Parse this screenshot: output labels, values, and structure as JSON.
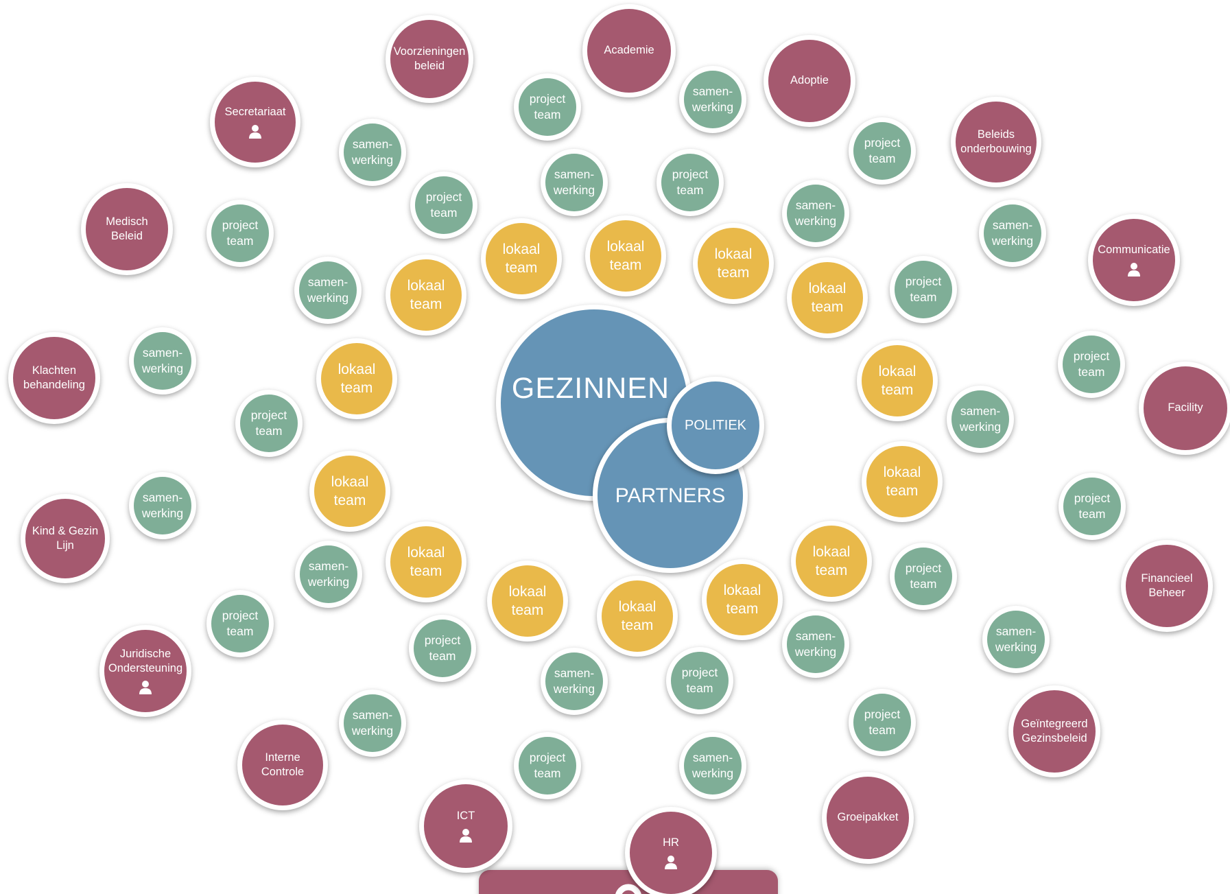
{
  "colors": {
    "department": "#a5596f",
    "project": "#7fae97",
    "local": "#e9b94a",
    "core": "#6594b6"
  },
  "core": {
    "gezinnen": "GEZINNEN",
    "politiek": "POLITIEK",
    "partners": "PARTNERS"
  },
  "departments": [
    {
      "name": "dept-voorzieningen-beleid",
      "label": "Voorzieningen\nbeleid",
      "icon": false
    },
    {
      "name": "dept-academie",
      "label": "Academie",
      "icon": false
    },
    {
      "name": "dept-adoptie",
      "label": "Adoptie",
      "icon": false
    },
    {
      "name": "dept-secretariaat",
      "label": "Secretariaat",
      "icon": true
    },
    {
      "name": "dept-beleids-onderbouwing",
      "label": "Beleids\nonderbouwing",
      "icon": false
    },
    {
      "name": "dept-medisch-beleid",
      "label": "Medisch\nBeleid",
      "icon": false
    },
    {
      "name": "dept-communicatie",
      "label": "Communicatie",
      "icon": true
    },
    {
      "name": "dept-klachten-behandeling",
      "label": "Klachten\nbehandeling",
      "icon": false
    },
    {
      "name": "dept-facility",
      "label": "Facility",
      "icon": false
    },
    {
      "name": "dept-kind-gezin-lijn",
      "label": "Kind & Gezin\nLijn",
      "icon": false
    },
    {
      "name": "dept-financieel-beheer",
      "label": "Financieel\nBeheer",
      "icon": false
    },
    {
      "name": "dept-juridische-ondersteuning",
      "label": "Juridische\nOndersteuning",
      "icon": true
    },
    {
      "name": "dept-geintegreerd-gezinsbeleid",
      "label": "Geïntegreerd\nGezinsbeleid",
      "icon": false
    },
    {
      "name": "dept-interne-controle",
      "label": "Interne\nControle",
      "icon": false
    },
    {
      "name": "dept-groeipakket",
      "label": "Groeipakket",
      "icon": false
    },
    {
      "name": "dept-ict",
      "label": "ICT",
      "icon": true
    },
    {
      "name": "dept-hr",
      "label": "HR",
      "icon": true
    }
  ],
  "project_label": "project\nteam",
  "samen_label": "samen-\nwerking",
  "local_label": "lokaal\nteam"
}
